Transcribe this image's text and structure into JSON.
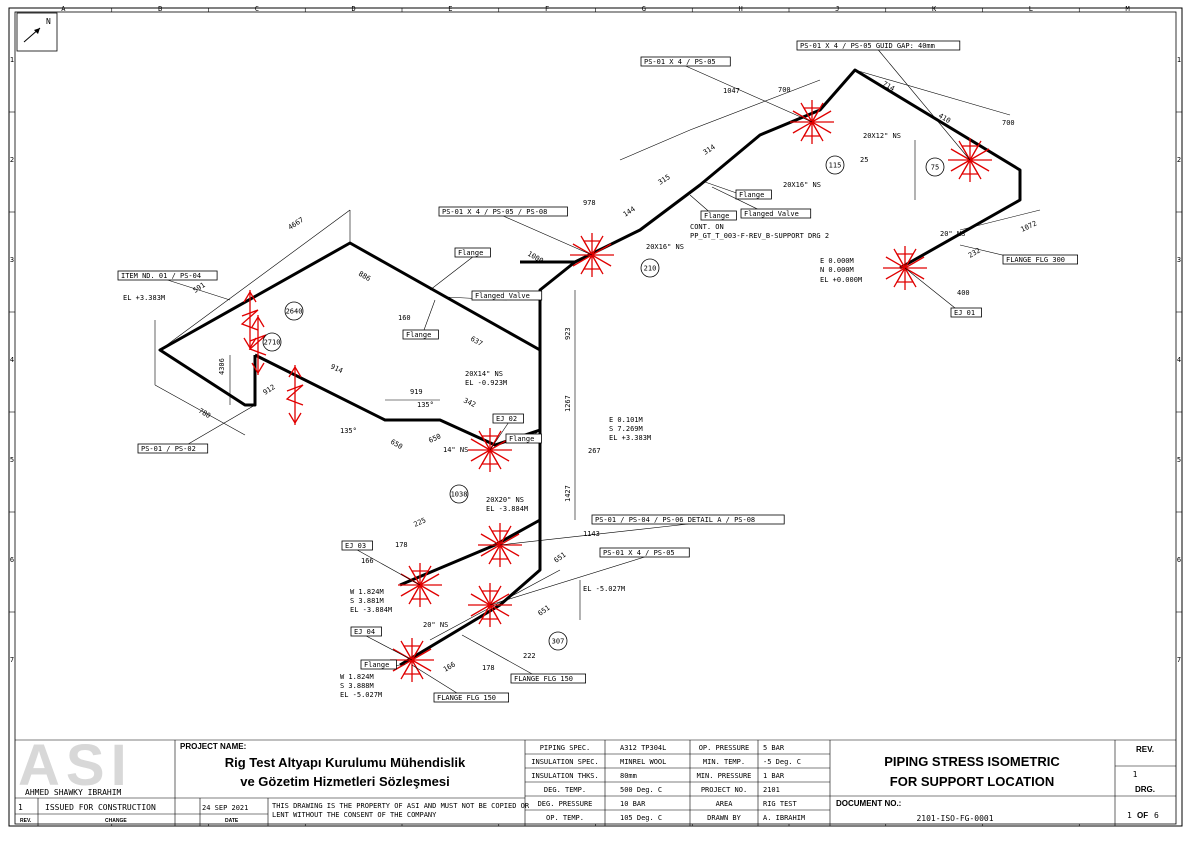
{
  "north_label": "N",
  "border": {
    "columns": [
      "A",
      "B",
      "C",
      "D",
      "E",
      "F",
      "G",
      "H",
      "J",
      "K",
      "L",
      "M"
    ],
    "rows": [
      "1",
      "2",
      "3",
      "4",
      "5",
      "6",
      "7"
    ]
  },
  "callouts": {
    "item_nd": "ITEM ND. 01 / PS-04",
    "ps_01_02": "PS-01 / PS-02",
    "ps_01_x4_05_08": "PS-01 X 4 / PS-05 / PS-08",
    "ps_01_x4_05_top": "PS-01 X 4 / PS-05",
    "ps_guid_gap": "PS-01 X 4 / PS-05 GUID GAP: 40mm",
    "ps_detail_a": "PS-01 / PS-04 / PS-06 DETAIL A / PS-08",
    "ps_01_x4_05_low": "PS-01 X 4 / PS-05",
    "ej_01": "EJ 01",
    "ej_02": "EJ 02",
    "ej_03": "EJ 03",
    "ej_04": "EJ 04",
    "flange_a": "Flange",
    "flanged_valve_a": "Flanged Valve",
    "flange_b": "Flange",
    "flange_c": "Flange",
    "flange_top": "Flange",
    "flange_top2": "Flange",
    "flanged_valve_top": "Flanged Valve",
    "flange_low": "Flange",
    "flange_flg_300": "FLANGE FLG 300",
    "flange_flg_150_a": "FLANGE FLG 150",
    "flange_flg_150_b": "FLANGE FLG 150",
    "cont_on": "CONT. ON",
    "cont_ref": "PP_GT_T_003-F-REV_B-SUPPORT DRG 2"
  },
  "node_numbers": [
    "2640",
    "2710",
    "210",
    "115",
    "75",
    "1038",
    "307"
  ],
  "dimensions": {
    "d4667": "4667",
    "d591": "591",
    "d886": "886",
    "d637": "637",
    "d4306": "4306",
    "d914": "914",
    "d912": "912",
    "d780": "780",
    "d919": "919",
    "d342": "342",
    "d650a": "650",
    "d650b": "650",
    "d1000": "1000",
    "d978": "978",
    "d144": "144",
    "d315": "315",
    "d314": "314",
    "d1047": "1047",
    "d700a": "700",
    "d714": "714",
    "d410": "410",
    "d700b": "700",
    "d25": "25",
    "d1072": "1072",
    "d232": "232",
    "d400": "400",
    "d923": "923",
    "d1267": "1267",
    "d267": "267",
    "d1427": "1427",
    "d1143": "1143",
    "d651a": "651",
    "d651b": "651",
    "d225": "225",
    "d178a": "178",
    "d166a": "166",
    "d222": "222",
    "d178b": "178",
    "d166b": "166",
    "d160": "160",
    "a135a": "135°",
    "a135b": "135°"
  },
  "annotations": {
    "el_3383": "EL +3.383M",
    "ns_20x14": "20X14\" NS",
    "el_0923": "EL -0.923M",
    "ns_14": "14\" NS",
    "coord_mid": [
      "E 0.101M",
      "S 7.269M",
      "EL +3.383M"
    ],
    "ns_20x16a": "20X16\" NS",
    "ns_20x16b": "20X16\" NS",
    "ns_20x12": "20X12\" NS",
    "ns_20": "20\" NS",
    "coord_right": [
      "E 0.000M",
      "N 0.000M",
      "EL +0.000M"
    ],
    "ns_20x20": "20X20\" NS",
    "el_3884": "EL -3.884M",
    "el_5027": "EL -5.027M",
    "coord_low1": [
      "W 1.824M",
      "S 3.881M",
      "EL -3.884M"
    ],
    "ns_20b": "20\" NS",
    "coord_low2": [
      "W 1.824M",
      "S 3.888M",
      "EL -5.027M"
    ]
  },
  "title_block": {
    "logo": "ASI",
    "author": "AHMED SHAWKY IBRAHIM",
    "project_name_label": "PROJECT NAME:",
    "project_line1": "Rig Test Altyapı Kurulumu Mühendislik",
    "project_line2": "ve Gözetim Hizmetleri Sözleşmesi",
    "rev_no": "1",
    "rev_change": "ISSUED FOR CONSTRUCTION",
    "rev_date": "24 SEP 2021",
    "rev_hdr": "REV.",
    "change_hdr": "CHANGE",
    "date_hdr": "DATE",
    "disclaimer1": "THIS DRAWING IS THE PROPERTY OF ASI AND MUST NOT BE COPIED OR",
    "disclaimer2": "LENT WITHOUT THE CONSENT OF THE COMPANY",
    "specs": [
      [
        "PIPING SPEC.",
        "A312 TP304L",
        "OP. PRESSURE",
        "5 BAR"
      ],
      [
        "INSULATION SPEC.",
        "MINREL WOOL",
        "MIN. TEMP.",
        "-5 Deg. C"
      ],
      [
        "INSULATION THKS.",
        "80mm",
        "MIN. PRESSURE",
        "1 BAR"
      ],
      [
        "DEG. TEMP.",
        "500 Deg. C",
        "PROJECT NO.",
        "2101"
      ],
      [
        "DEG. PRESSURE",
        "10 BAR",
        "AREA",
        "RIG TEST"
      ],
      [
        "OP. TEMP.",
        "105 Deg. C",
        "DRAWN BY",
        "A. IBRAHIM"
      ]
    ],
    "title_line1": "PIPING STRESS ISOMETRIC",
    "title_line2": "FOR SUPPORT LOCATION",
    "doc_no_label": "DOCUMENT NO.:",
    "doc_no": "2101-ISO-FG-0001",
    "rev_label": "REV.",
    "rev_value": "1",
    "drg_label": "DRG.",
    "drg_value": "1",
    "drg_of": "OF",
    "drg_total": "6"
  }
}
